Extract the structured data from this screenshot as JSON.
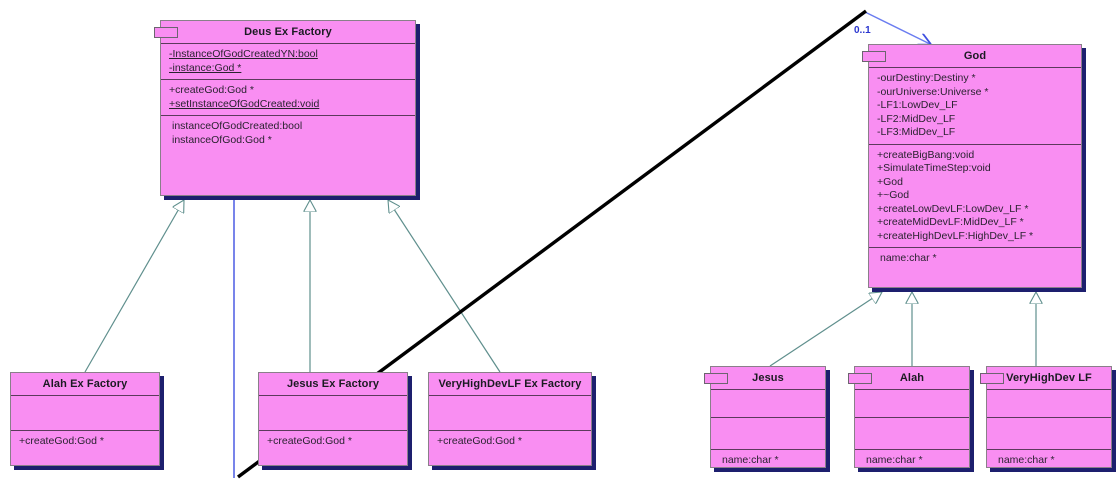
{
  "diagram": {
    "title": "Abstract Factory UML class diagram",
    "type": "uml-class-diagram",
    "colors": {
      "class_fill": "#f98ef2",
      "class_border": "#8a7f8a",
      "section_divider": "#5c3a5c",
      "drop_shadow": "#1d1f6e",
      "inheritance_line": "#5f8f8d",
      "association_line": "#3f4fe0",
      "annotation_line": "#000000",
      "text": "#1b1b22",
      "multiplicity_label": "#2a35cf"
    }
  },
  "classes": {
    "deus_ex_factory": {
      "name": "Deus Ex Factory",
      "sections": [
        {
          "id": "attributes",
          "members": [
            {
              "text": "-InstanceOfGodCreatedYN:bool",
              "static": true
            },
            {
              "text": "-instance:God *",
              "static": true
            }
          ]
        },
        {
          "id": "operations",
          "members": [
            {
              "text": "+createGod:God *",
              "static": false
            },
            {
              "text": "+setInstanceOfGodCreated:void",
              "static": true
            }
          ]
        },
        {
          "id": "properties",
          "members": [
            {
              "text": "instanceOfGodCreated:bool",
              "static": false
            },
            {
              "text": "instanceOfGod:God *",
              "static": false
            }
          ]
        }
      ]
    },
    "god": {
      "name": "God",
      "sections": [
        {
          "id": "attributes",
          "members": [
            {
              "text": "-ourDestiny:Destiny *",
              "static": false
            },
            {
              "text": "-ourUniverse:Universe *",
              "static": false
            },
            {
              "text": "-LF1:LowDev_LF",
              "static": false
            },
            {
              "text": "-LF2:MidDev_LF",
              "static": false
            },
            {
              "text": "-LF3:MidDev_LF",
              "static": false
            }
          ]
        },
        {
          "id": "operations",
          "members": [
            {
              "text": "+createBigBang:void",
              "static": false
            },
            {
              "text": "+SimulateTimeStep:void",
              "static": false
            },
            {
              "text": "+God",
              "static": false
            },
            {
              "text": "+~God",
              "static": false
            },
            {
              "text": "+createLowDevLF:LowDev_LF *",
              "static": false
            },
            {
              "text": "+createMidDevLF:MidDev_LF *",
              "static": false
            },
            {
              "text": "+createHighDevLF:HighDev_LF *",
              "static": false
            }
          ]
        },
        {
          "id": "properties",
          "members": [
            {
              "text": "name:char *",
              "static": false
            }
          ]
        }
      ]
    },
    "alah_ex_factory": {
      "name": "Alah Ex Factory",
      "sections": [
        {
          "id": "attributes",
          "members": []
        },
        {
          "id": "operations",
          "members": [
            {
              "text": "+createGod:God *",
              "static": false
            }
          ]
        }
      ]
    },
    "jesus_ex_factory": {
      "name": "Jesus Ex Factory",
      "sections": [
        {
          "id": "attributes",
          "members": []
        },
        {
          "id": "operations",
          "members": [
            {
              "text": "+createGod:God *",
              "static": false
            }
          ]
        }
      ]
    },
    "veryhighdevlf_ex_factory": {
      "name": "VeryHighDevLF Ex Factory",
      "sections": [
        {
          "id": "attributes",
          "members": []
        },
        {
          "id": "operations",
          "members": [
            {
              "text": "+createGod:God *",
              "static": false
            }
          ]
        }
      ]
    },
    "jesus": {
      "name": "Jesus",
      "sections": [
        {
          "id": "attributes",
          "members": []
        },
        {
          "id": "operations",
          "members": []
        },
        {
          "id": "properties",
          "members": [
            {
              "text": "name:char *",
              "static": false
            }
          ]
        }
      ]
    },
    "alah": {
      "name": "Alah",
      "sections": [
        {
          "id": "attributes",
          "members": []
        },
        {
          "id": "operations",
          "members": []
        },
        {
          "id": "properties",
          "members": [
            {
              "text": "name:char *",
              "static": false
            }
          ]
        }
      ]
    },
    "veryhighdev_lf": {
      "name": "VeryHighDev LF",
      "sections": [
        {
          "id": "attributes",
          "members": []
        },
        {
          "id": "operations",
          "members": []
        },
        {
          "id": "properties",
          "members": [
            {
              "text": "name:char *",
              "static": false
            }
          ]
        }
      ]
    }
  },
  "edges": {
    "multiplicity_0_1": "0..1",
    "relations": [
      {
        "kind": "generalization",
        "from": "alah_ex_factory",
        "to": "deus_ex_factory"
      },
      {
        "kind": "generalization",
        "from": "jesus_ex_factory",
        "to": "deus_ex_factory"
      },
      {
        "kind": "generalization",
        "from": "veryhighdevlf_ex_factory",
        "to": "deus_ex_factory"
      },
      {
        "kind": "generalization",
        "from": "jesus",
        "to": "god"
      },
      {
        "kind": "generalization",
        "from": "alah",
        "to": "god"
      },
      {
        "kind": "generalization",
        "from": "veryhighdev_lf",
        "to": "god"
      },
      {
        "kind": "association",
        "from": "deus_ex_factory",
        "to": "god",
        "target_multiplicity": "0..1"
      }
    ]
  }
}
